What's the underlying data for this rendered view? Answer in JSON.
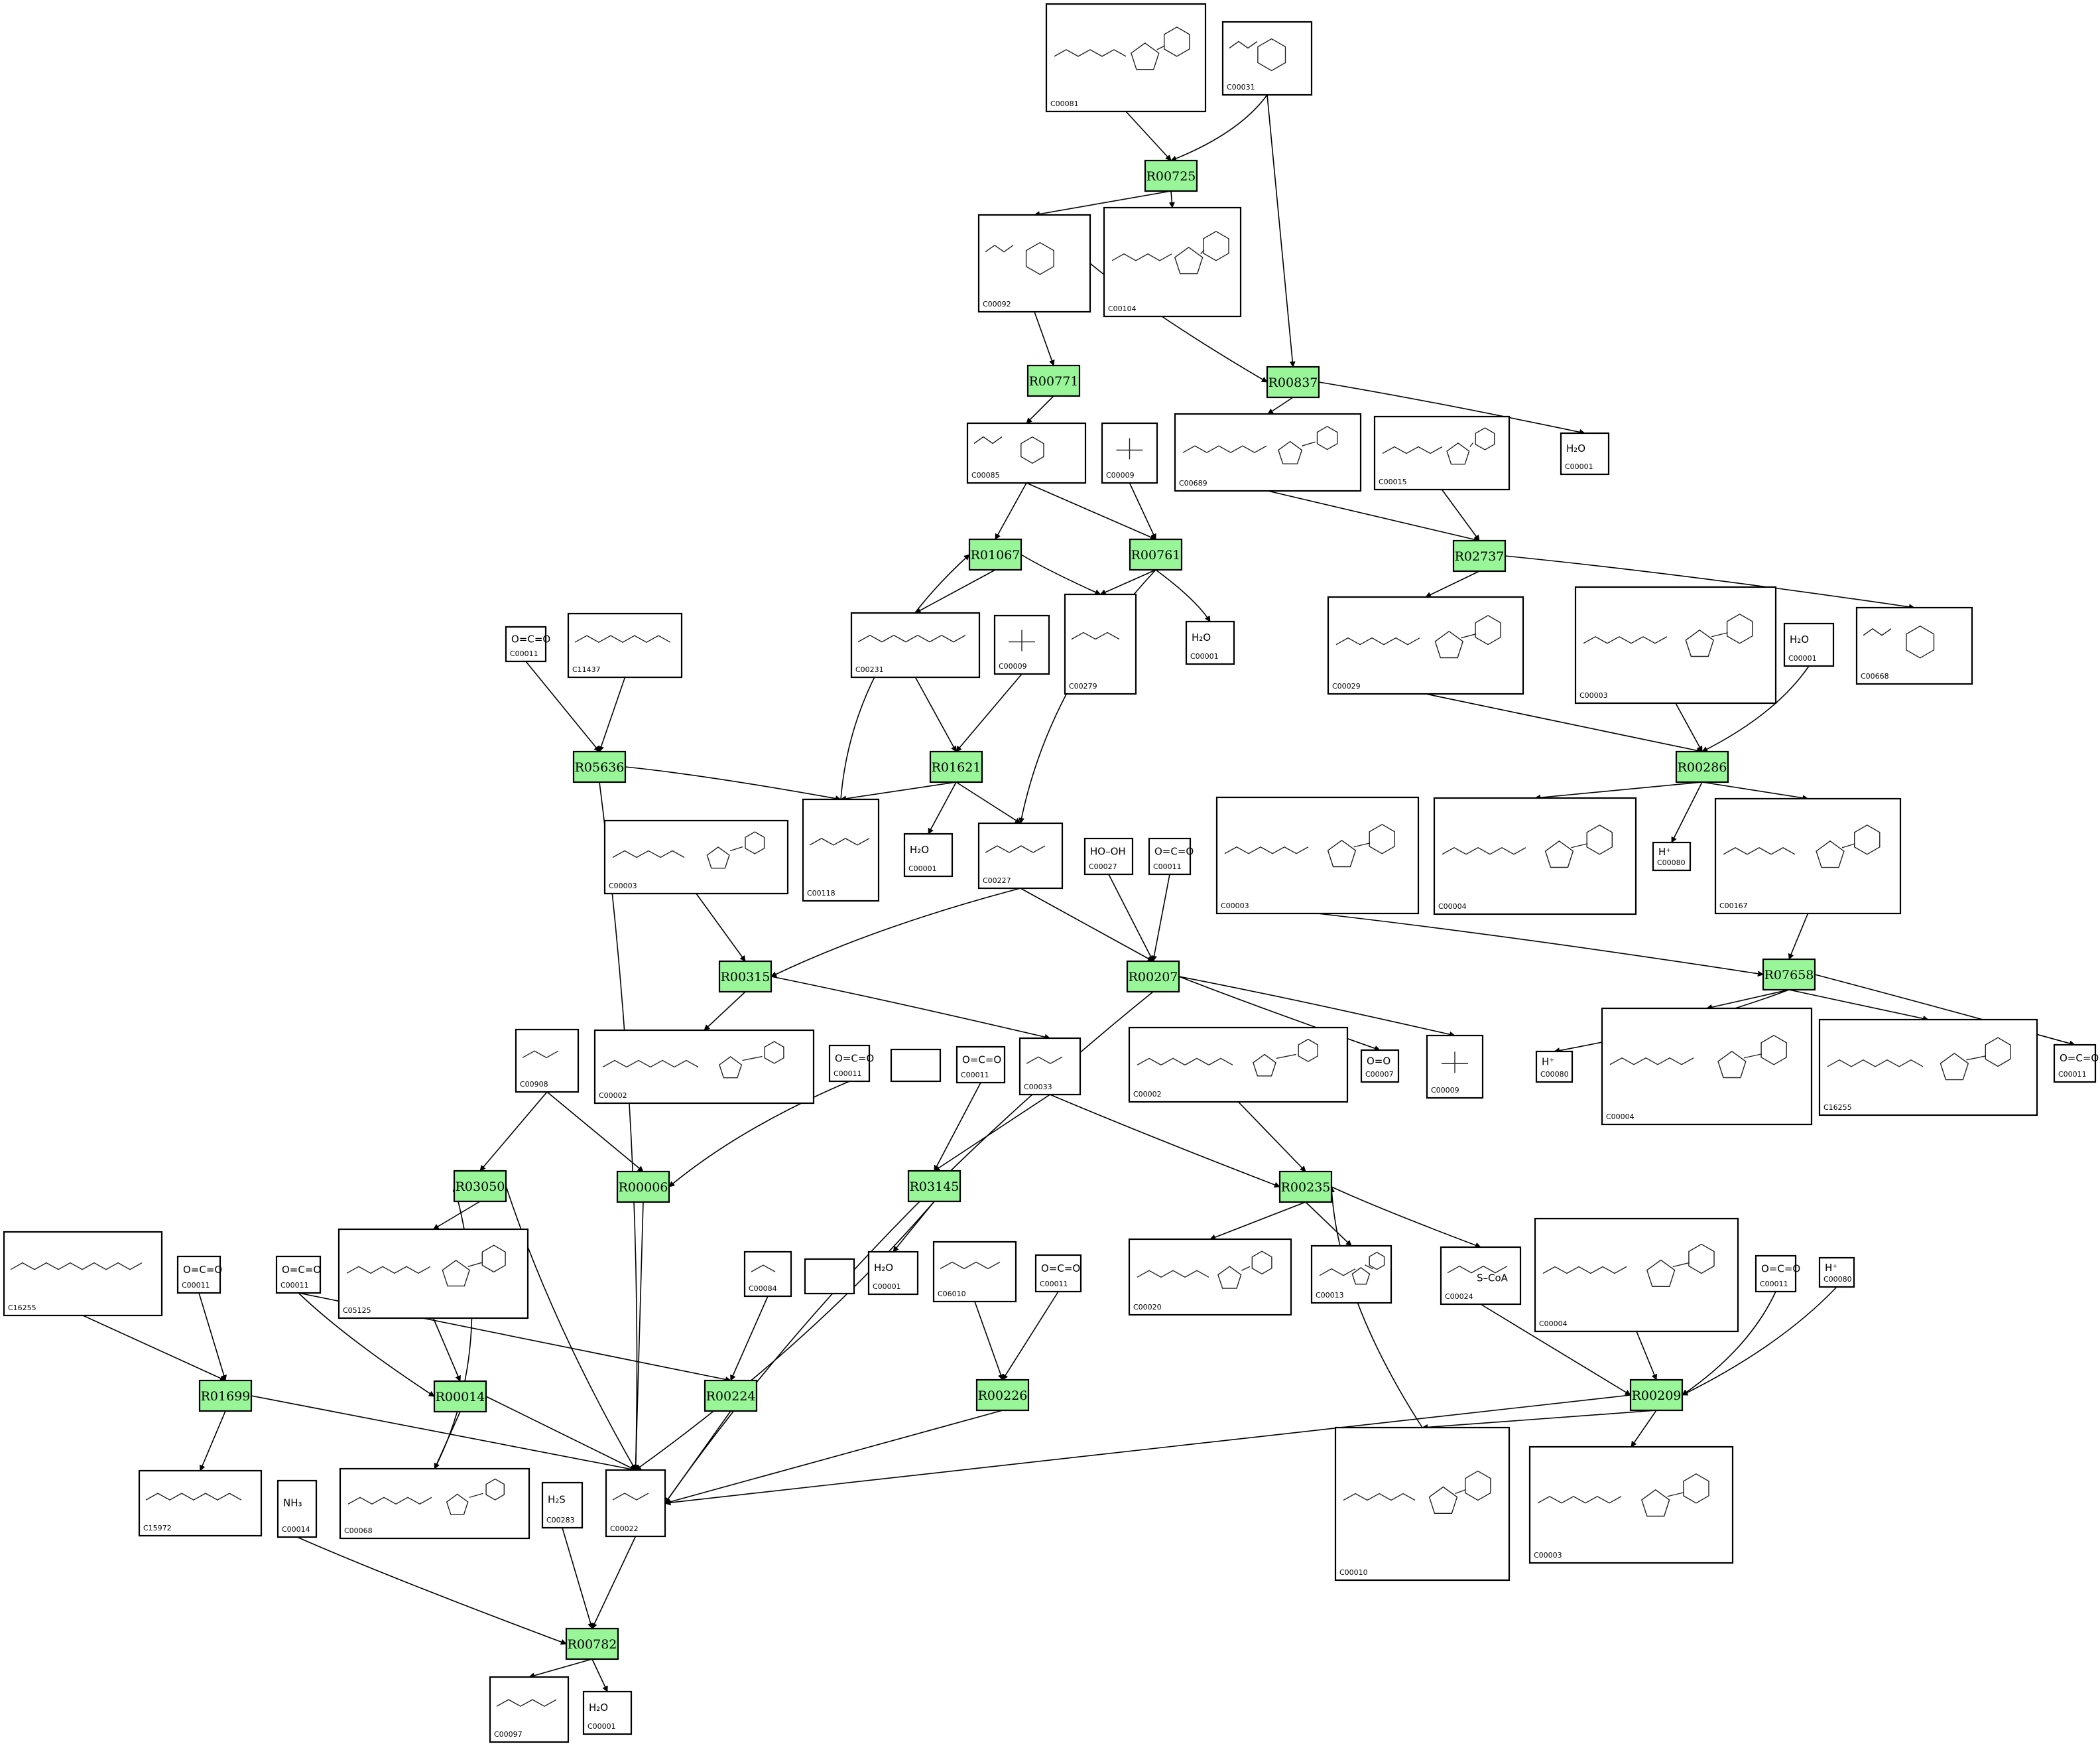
{
  "colors": {
    "reaction_fill": "#98f598",
    "border": "#000000",
    "background": "#ffffff"
  },
  "reactions": {
    "R00725": "R00725",
    "R00771": "R00771",
    "R00837": "R00837",
    "R01067": "R01067",
    "R00761": "R00761",
    "R02737": "R02737",
    "R05636": "R05636",
    "R01621": "R01621",
    "R00286": "R00286",
    "R00315": "R00315",
    "R00207": "R00207",
    "R07658": "R07658",
    "R03050": "R03050",
    "R00006": "R00006",
    "R03145": "R03145",
    "R00235": "R00235",
    "R01699": "R01699",
    "R00014": "R00014",
    "R00224": "R00224",
    "R00226": "R00226",
    "R00209": "R00209",
    "R00782": "R00782"
  },
  "compounds": {
    "c00081": {
      "id": "C00081"
    },
    "c00031": {
      "id": "C00031"
    },
    "c00092": {
      "id": "C00092"
    },
    "c00104": {
      "id": "C00104"
    },
    "c00085": {
      "id": "C00085"
    },
    "c00009a": {
      "id": "C00009"
    },
    "c00689": {
      "id": "C00689"
    },
    "c00015": {
      "id": "C00015"
    },
    "c00001a": {
      "id": "C00001",
      "formula": "H₂O"
    },
    "c00011a": {
      "id": "C00011",
      "formula": "O=C=O"
    },
    "c11437": {
      "id": "C11437"
    },
    "c00231": {
      "id": "C00231"
    },
    "c00009b": {
      "id": "C00009"
    },
    "c00279": {
      "id": "C00279"
    },
    "c00001b": {
      "id": "C00001",
      "formula": "H₂O"
    },
    "c00029": {
      "id": "C00029"
    },
    "c00003a": {
      "id": "C00003"
    },
    "c00001c": {
      "id": "C00001",
      "formula": "H₂O"
    },
    "c00668": {
      "id": "C00668"
    },
    "c00003b": {
      "id": "C00003"
    },
    "c00118": {
      "id": "C00118"
    },
    "c00001d": {
      "id": "C00001",
      "formula": "H₂O"
    },
    "c00227": {
      "id": "C00227"
    },
    "c00027": {
      "id": "C00027",
      "formula": "HO–OH"
    },
    "c00011b": {
      "id": "C00011",
      "formula": "O=C=O"
    },
    "c00003c": {
      "id": "C00003"
    },
    "c00004a": {
      "id": "C00004"
    },
    "c00080a": {
      "id": "C00080",
      "formula": "H⁺"
    },
    "c00167": {
      "id": "C00167"
    },
    "c00908": {
      "id": "C00908"
    },
    "c00002a": {
      "id": "C00002"
    },
    "c00011c": {
      "id": "C00011",
      "formula": "O=C=O"
    },
    "c00011d": {
      "id": "C00011",
      "formula": "O=C=O"
    },
    "c00033": {
      "id": "C00033"
    },
    "c00002b": {
      "id": "C00002"
    },
    "c00007": {
      "id": "C00007",
      "formula": "O=O"
    },
    "c00009c": {
      "id": "C00009"
    },
    "c00080b": {
      "id": "C00080",
      "formula": "H⁺"
    },
    "c00004b": {
      "id": "C00004"
    },
    "c16255": {
      "id": "C16255"
    },
    "c00011e": {
      "id": "C00011",
      "formula": "O=C=O"
    },
    "c16255b": {
      "id": "C16255"
    },
    "c00011f": {
      "id": "C00011",
      "formula": "O=C=O"
    },
    "c05125": {
      "id": "C05125"
    },
    "c00011g": {
      "id": "C00011",
      "formula": "O=C=O"
    },
    "c00084": {
      "id": "C00084"
    },
    "c00001e": {
      "id": "C00001",
      "formula": "H₂O"
    },
    "c06010": {
      "id": "C06010"
    },
    "c00011h": {
      "id": "C00011",
      "formula": "O=C=O"
    },
    "c00020": {
      "id": "C00020"
    },
    "c00013": {
      "id": "C00013"
    },
    "c00024": {
      "id": "C00024",
      "formula": "S–CoA"
    },
    "c00004c": {
      "id": "C00004"
    },
    "c00011i": {
      "id": "C00011",
      "formula": "O=C=O"
    },
    "c00080c": {
      "id": "C00080",
      "formula": "H⁺"
    },
    "c15972": {
      "id": "C15972"
    },
    "c00014": {
      "id": "C00014",
      "formula": "NH₃"
    },
    "c00068": {
      "id": "C00068"
    },
    "c00283": {
      "id": "C00283",
      "formula": "H₂S"
    },
    "c00022": {
      "id": "C00022"
    },
    "c00010": {
      "id": "C00010"
    },
    "c00003d": {
      "id": "C00003"
    },
    "c00097": {
      "id": "C00097"
    },
    "c00001f": {
      "id": "C00001",
      "formula": "H₂O"
    }
  }
}
